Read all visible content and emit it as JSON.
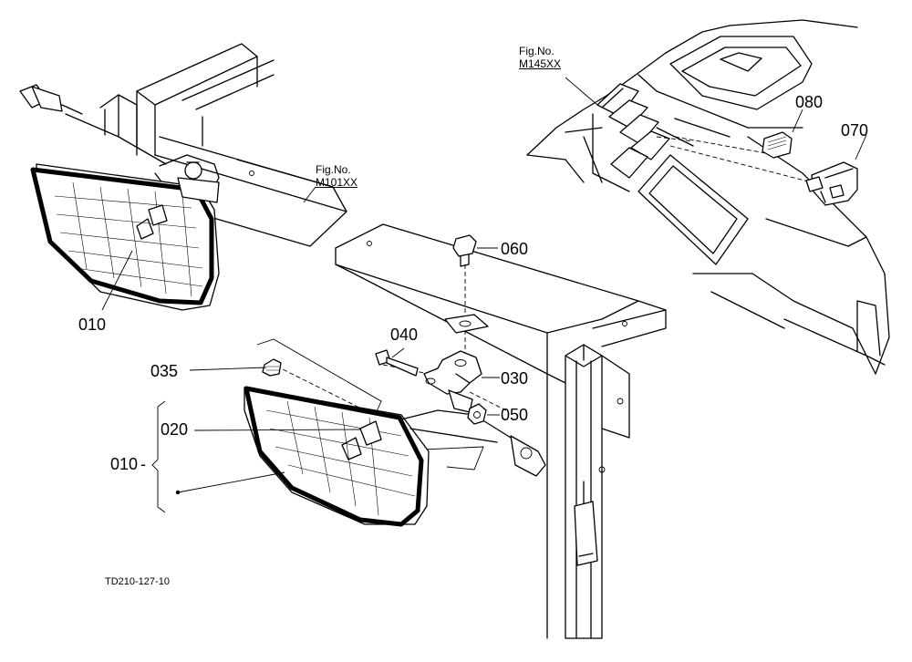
{
  "figure_refs": [
    {
      "id": "ref-m101",
      "line1": "Fig.No.",
      "line2": "M101XX"
    },
    {
      "id": "ref-m145",
      "line1": "Fig.No.",
      "line2": "M145XX"
    }
  ],
  "part_labels": {
    "p010_top": "010",
    "p060": "060",
    "p080": "080",
    "p070": "070",
    "p040": "040",
    "p035": "035",
    "p030": "030",
    "p050": "050",
    "p020": "020",
    "p010_group": "010"
  },
  "drawing_code": "TD210-127-10"
}
